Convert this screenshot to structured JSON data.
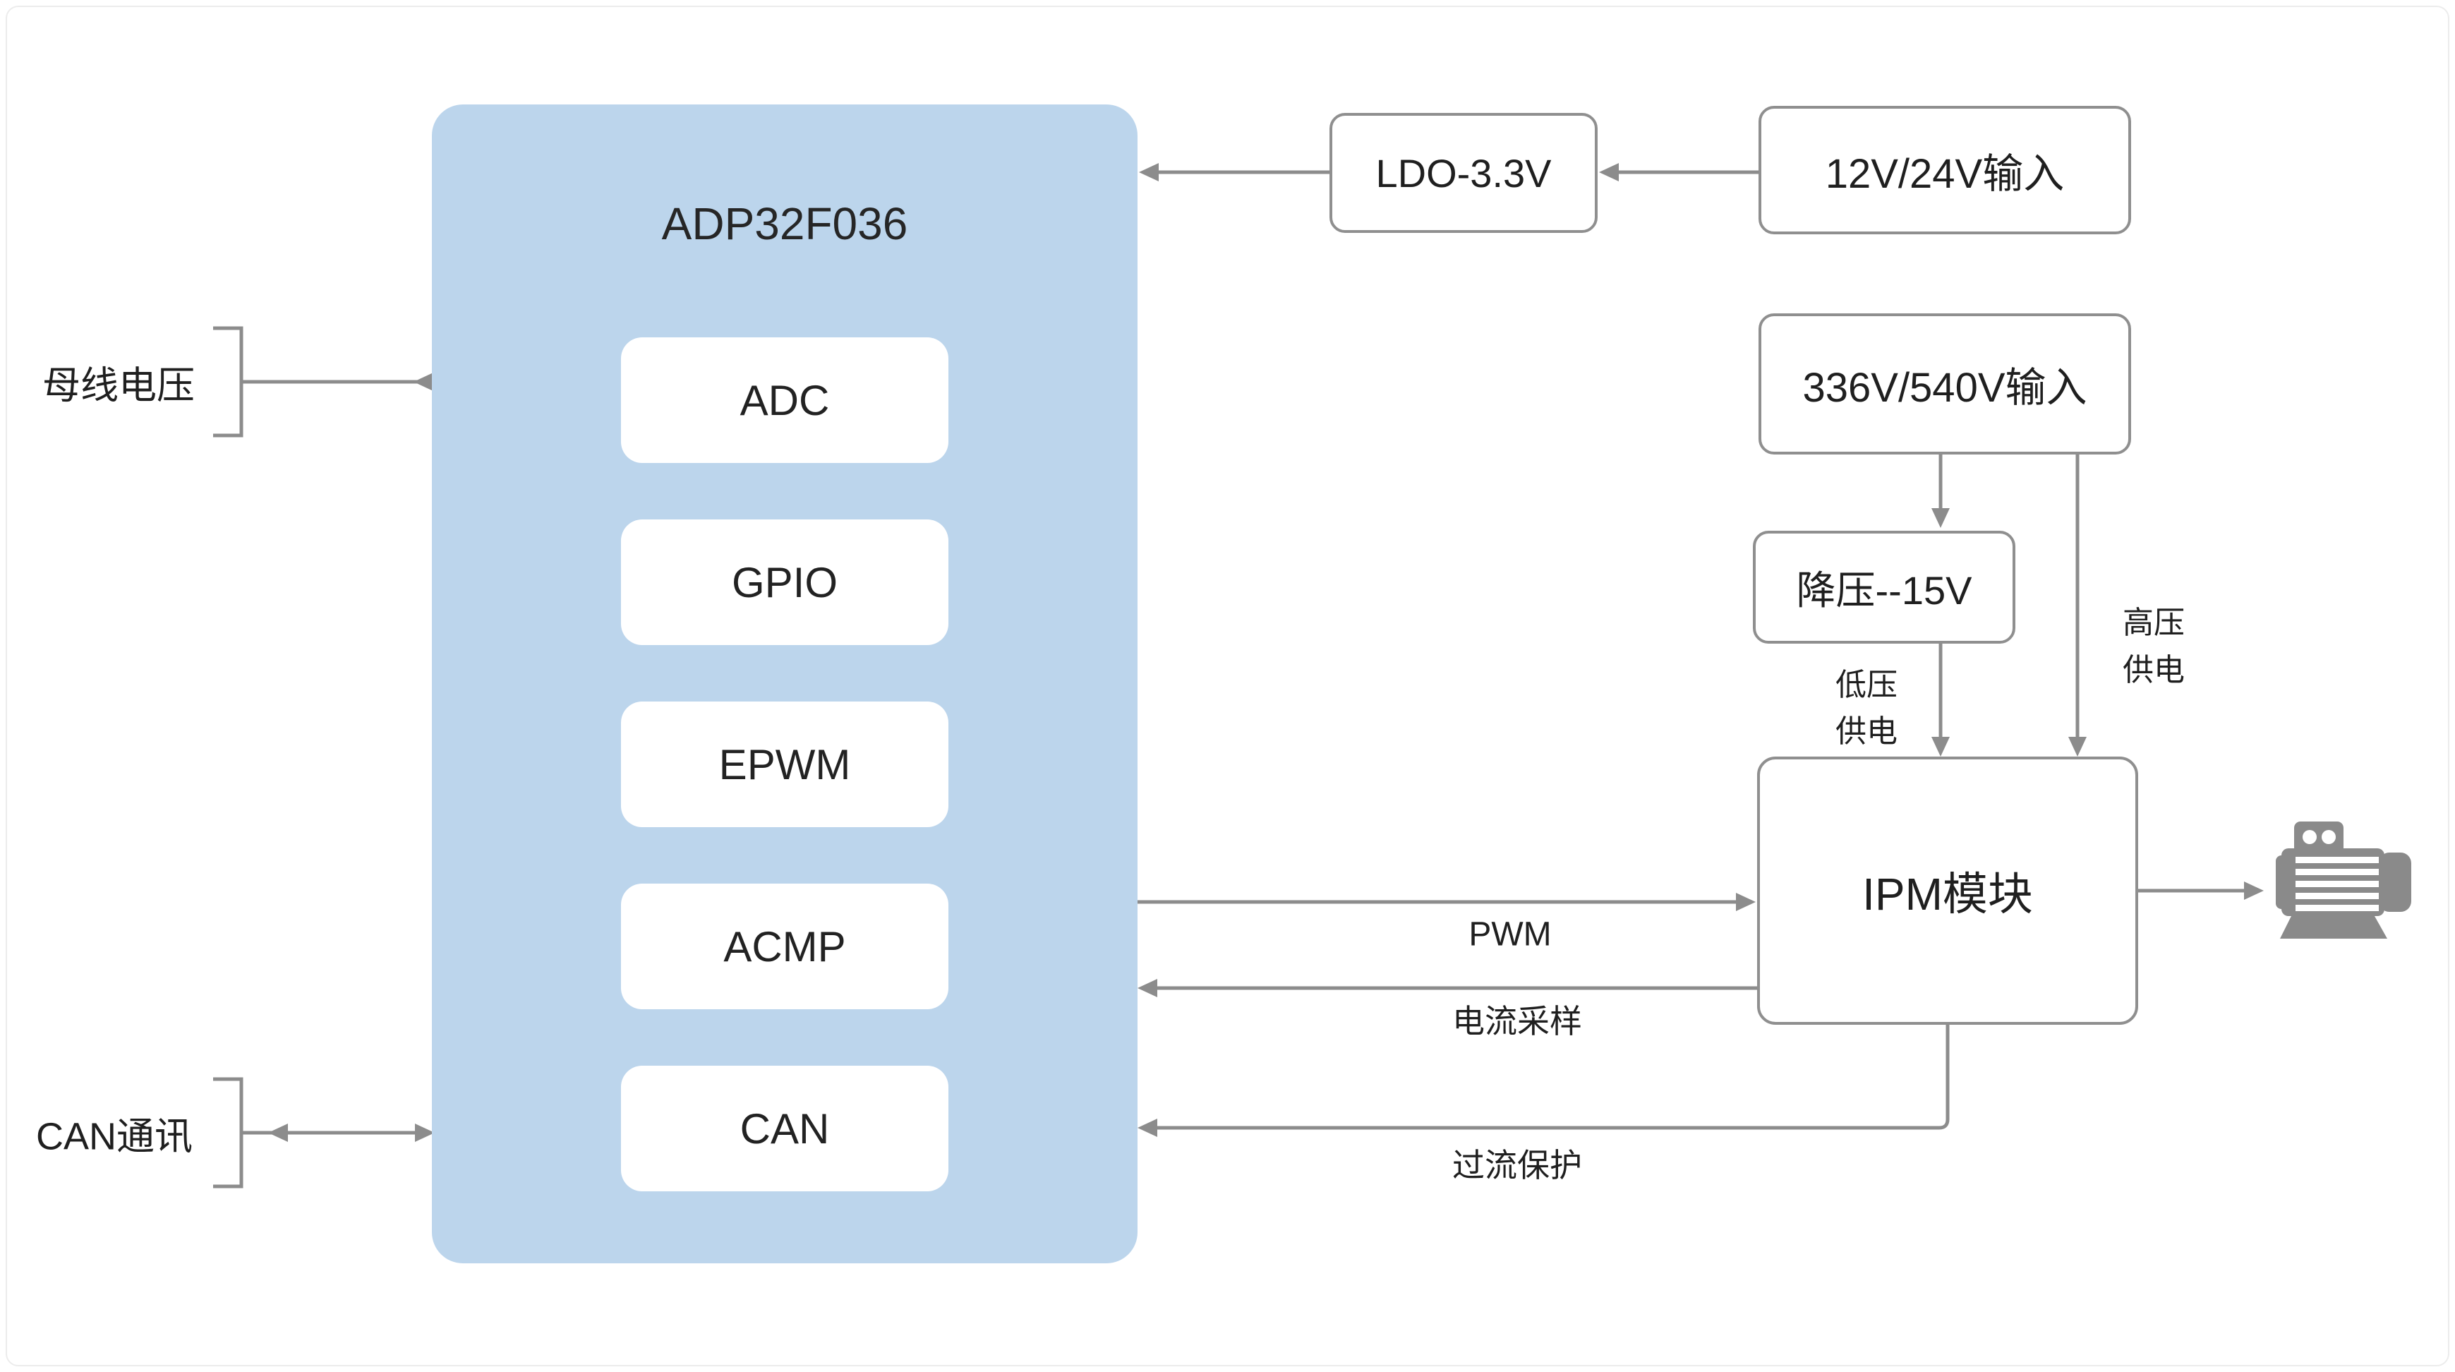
{
  "mcu": {
    "title": "ADP32F036",
    "peripherals": [
      "ADC",
      "GPIO",
      "EPWM",
      "ACMP",
      "CAN"
    ]
  },
  "left_io": {
    "bus_voltage": "母线电压",
    "can_comm": "CAN通讯"
  },
  "power": {
    "ldo": "LDO-3.3V",
    "input_low": "12V/24V输入",
    "input_high": "336V/540V输入",
    "buck": "降压--15V",
    "low_supply": [
      "低压",
      "供电"
    ],
    "high_supply": [
      "高压",
      "供电"
    ]
  },
  "inverter": {
    "ipm": "IPM模块"
  },
  "signals": {
    "pwm": "PWM",
    "current_sample": "电流采样",
    "overcurrent": "过流保护"
  },
  "icons": {
    "motor": "motor-icon"
  },
  "colors": {
    "mcu_fill": "#BCD5EC",
    "connector": "#8C8C8C",
    "box_border": "#8F8F8F",
    "box_fill": "#FFFFFF",
    "text": "#1F1F1F",
    "motor": "#8A8A8A"
  }
}
